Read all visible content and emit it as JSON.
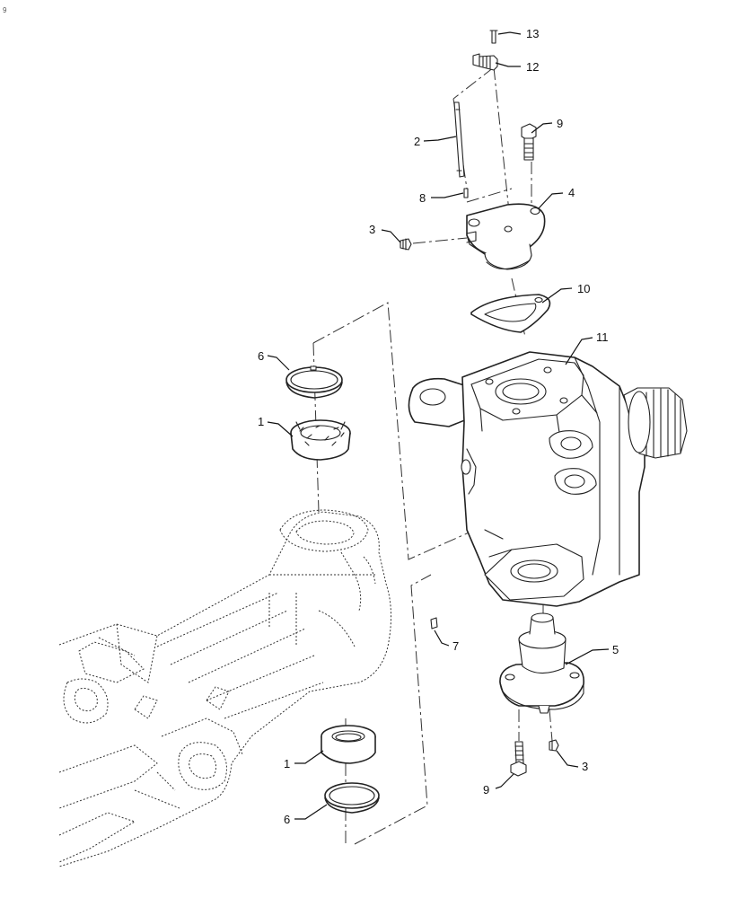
{
  "page": {
    "number": "9"
  },
  "callouts": [
    {
      "id": "c13",
      "text": "13"
    },
    {
      "id": "c12",
      "text": "12"
    },
    {
      "id": "c9a",
      "text": "9"
    },
    {
      "id": "c2",
      "text": "2"
    },
    {
      "id": "c8",
      "text": "8"
    },
    {
      "id": "c4",
      "text": "4"
    },
    {
      "id": "c3a",
      "text": "3"
    },
    {
      "id": "c10",
      "text": "10"
    },
    {
      "id": "c11",
      "text": "11"
    },
    {
      "id": "c6a",
      "text": "6"
    },
    {
      "id": "c1a",
      "text": "1"
    },
    {
      "id": "c7",
      "text": "7"
    },
    {
      "id": "c5",
      "text": "5"
    },
    {
      "id": "c1b",
      "text": "1"
    },
    {
      "id": "c3b",
      "text": "3"
    },
    {
      "id": "c9b",
      "text": "9"
    },
    {
      "id": "c6b",
      "text": "6"
    }
  ]
}
